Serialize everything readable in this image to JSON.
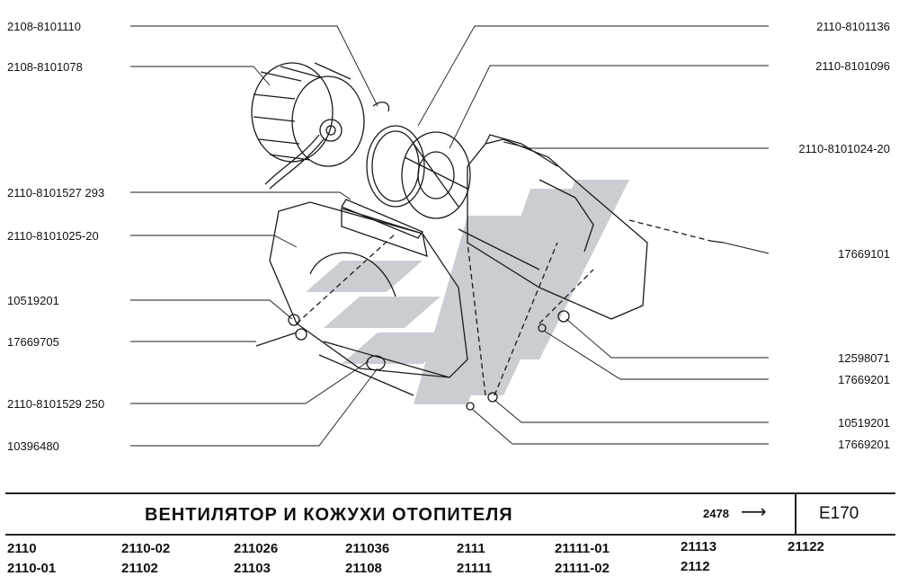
{
  "callouts_left": [
    {
      "id": "p1",
      "label": "2108-8101110"
    },
    {
      "id": "p2",
      "label": "2108-8101078"
    },
    {
      "id": "p3",
      "label": "2110-8101527  293"
    },
    {
      "id": "p4",
      "label": "2110-8101025-20"
    },
    {
      "id": "p5",
      "label": "10519201"
    },
    {
      "id": "p6",
      "label": "17669705"
    },
    {
      "id": "p7",
      "label": "2110-8101529  250"
    },
    {
      "id": "p8",
      "label": "10396480"
    }
  ],
  "callouts_right": [
    {
      "id": "r1",
      "label": "2110-8101136"
    },
    {
      "id": "r2",
      "label": "2110-8101096"
    },
    {
      "id": "r3",
      "label": "2110-8101024-20"
    },
    {
      "id": "r4",
      "label": "17669101"
    },
    {
      "id": "r5",
      "label": "12598071"
    },
    {
      "id": "r6",
      "label": "17669201"
    },
    {
      "id": "r7",
      "label": "10519201"
    },
    {
      "id": "r8",
      "label": "17669201"
    }
  ],
  "title": "ВЕНТИЛЯТОР  И  КОЖУХИ  ОТОПИТЕЛЯ",
  "reference": {
    "code": "2478",
    "arrow": "⟶"
  },
  "page_code": "E170",
  "models": [
    [
      "2110",
      "2110-01"
    ],
    [
      "2110-02",
      "21102"
    ],
    [
      "211026",
      "21103"
    ],
    [
      "211036",
      "21108"
    ],
    [
      "2111",
      "21111"
    ],
    [
      "21111-01",
      "21111-02"
    ],
    [
      "21113",
      "2112"
    ],
    [
      "21122"
    ]
  ],
  "colors": {
    "line": "#1a1a1a",
    "watermark": "#b9bec3"
  }
}
